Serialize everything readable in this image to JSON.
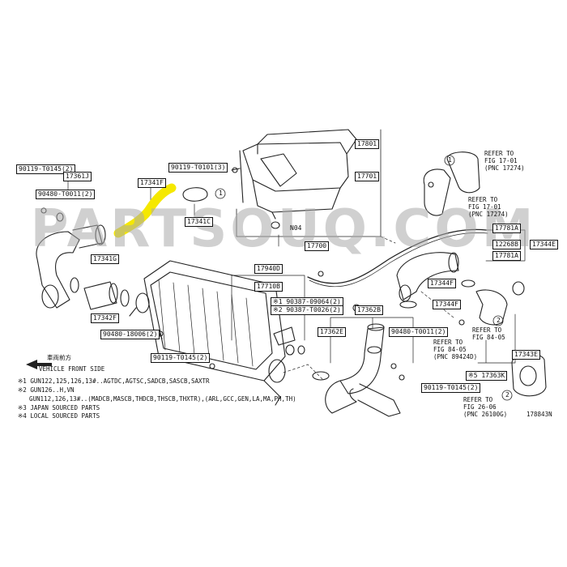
{
  "watermark": "PARTSOUQ.COM",
  "highlight_color": "#f5e800",
  "figure_id": "178843N",
  "direction": {
    "jp": "車両前方",
    "en": "VEHICLE FRONT SIDE"
  },
  "notes": [
    "※1 GUN122,125,126,13#..AGTDC,AGTSC,SADCB,SASCB,SAXTR",
    "※2 GUN126..H,VN",
    "GUN112,126,13#..(MADCB,MASCB,THDCB,THSCB,THXTR),(ARL,GCC,GEN,LA,MA,PH,TH)",
    "※3 JAPAN SOURCED PARTS",
    "※4 LOCAL SOURCED PARTS"
  ],
  "labels": {
    "p90119_t0145_a": "90119-T0145(2)",
    "p17361j": "17361J",
    "p90480_t0011_a": "90480-T0011(2)",
    "p17341f": "17341F",
    "p90119_t0101": "90119-T0101(3)",
    "p17341c": "17341C",
    "p17341g": "17341G",
    "p17801": "17801",
    "p17701": "17701",
    "pn04": "N04",
    "p17700": "17700",
    "p17940d": "17940D",
    "p17710b": "17710B",
    "p90387_09064": "※1 90387-09064(2)",
    "p90387_t0026": "※2 90387-T0026(2)",
    "p17342f": "17342F",
    "p90480_18006": "90480-18006(2)",
    "p90119_t0145_b": "90119-T0145(2)",
    "p17362b": "17362B",
    "p17362e": "17362E",
    "p90480_t0011_b": "90480-T0011(2)",
    "p90119_t0145_c": "90119-T0145(2)",
    "p17781a_1": "17781A",
    "p12268b": "12268B",
    "p17781a_2": "17781A",
    "p17344e": "17344E",
    "p17344f_1": "17344F",
    "p17344f_2": "17344F",
    "p17343e": "17343E",
    "p17363k": "※5 17363K",
    "callout1_a": "1",
    "callout1_b": "1",
    "callout2_a": "2",
    "callout2_b": "2"
  },
  "refs": {
    "r1": {
      "line1": "REFER TO",
      "line2": "FIG 17-01",
      "pnc": "(PNC 17274)"
    },
    "r2": {
      "line1": "REFER TO",
      "line2": "FIG 17-01",
      "pnc": "(PNC 17274)"
    },
    "r3": {
      "line1": "REFER TO",
      "line2": "FIG 84-05",
      "pnc": ""
    },
    "r4": {
      "line1": "REFER TO",
      "line2": "FIG 84-05",
      "pnc": "(PNC 89424D)"
    },
    "r5": {
      "line1": "REFER TO",
      "line2": "FIG 26-06",
      "pnc": "(PNC 26100G)"
    }
  }
}
